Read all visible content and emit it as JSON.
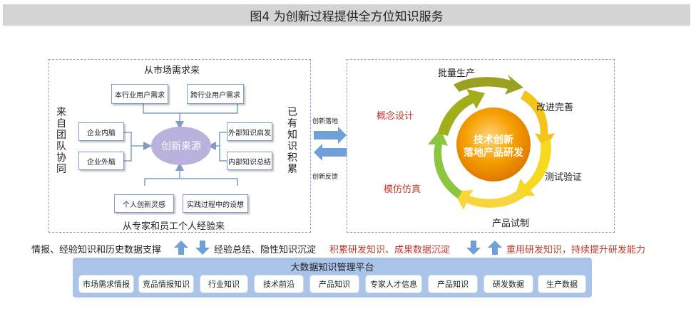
{
  "title": "图4  为创新过程提供全方位知识服务",
  "left_panel": {
    "top_label": "从市场需求来",
    "bottom_label": "从专家和员工个人经验来",
    "left_vertical": "来自团队协同",
    "right_vertical": "已有知识积累",
    "center": "创新来源",
    "top_boxes": [
      "本行业用户需求",
      "跨行业用户需求"
    ],
    "left_boxes": [
      "企业内脑",
      "企业外脑"
    ],
    "right_boxes": [
      "外部知识启发",
      "内部知识总结"
    ],
    "bottom_boxes": [
      "个人创新灵感",
      "实践过程中的设想"
    ]
  },
  "middle_arrows": {
    "forward": "创新落地",
    "back": "创新反馈"
  },
  "right_panel": {
    "center_line1": "技术创新",
    "center_line2": "落地产品研发",
    "stages": [
      "批量生产",
      "改进完善",
      "测试验证",
      "产品试制",
      "模仿仿真",
      "概念设计"
    ],
    "colors": {
      "batch": "#9aa020",
      "improve": "#f2c41c",
      "test": "#f5d820",
      "trial": "#f6d63a",
      "sim": "#8cc63f",
      "concept": "#a2ad1a",
      "red_label": "#c0392b"
    }
  },
  "flow_row": {
    "left_text": "情报、经验知识和历史数据支撑",
    "mid_text": "经验总结、隐性知识沉淀",
    "right_text1": "积累研发知识、成果数据沉淀",
    "right_text2": "重用研发知识，持续提升研发能力"
  },
  "platform": {
    "title": "大数据知识管理平台",
    "items": [
      "市场需求情报",
      "竞品情报知识",
      "行业知识",
      "技术前沿",
      "产品知识",
      "专家人才信息",
      "产品知识",
      "研发数据",
      "生产数据"
    ]
  }
}
